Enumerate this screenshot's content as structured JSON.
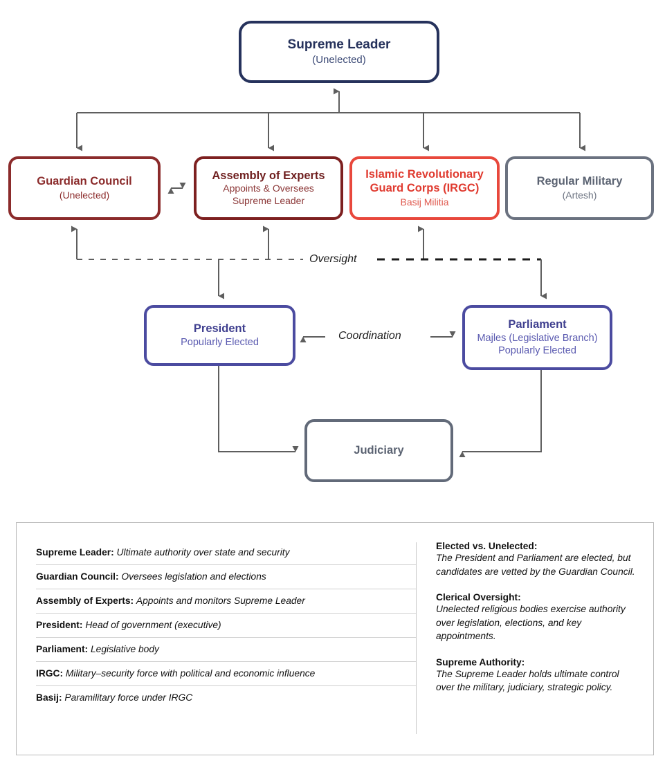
{
  "diagram": {
    "nodes": {
      "supreme_leader": {
        "title": "Supreme Leader",
        "subtitle": "(Unelected)",
        "color": "#26325c"
      },
      "guardian_council": {
        "title": "Guardian Council",
        "subtitle": "(Unelected)",
        "color": "#8b2b2b"
      },
      "assembly_of_experts": {
        "title": "Assembly of Experts",
        "subtitle": "Appoints & Oversees\nSupreme Leader",
        "color": "#7d2020"
      },
      "irgc": {
        "title": "Islamic Revolutionary\nGuard Corps (IRGC)",
        "subtitle": "Basij Militia",
        "color": "#e8483c"
      },
      "regular_military": {
        "title": "Regular Military",
        "subtitle": "(Artesh)",
        "color": "#6b7280"
      },
      "president": {
        "title": "President",
        "subtitle": "Popularly Elected",
        "color": "#4b4ba0"
      },
      "parliament": {
        "title": "Parliament",
        "subtitle": "Majles (Legislative Branch)\nPopularly Elected",
        "color": "#4b4ba0"
      },
      "judiciary": {
        "title": "Judiciary",
        "subtitle": "",
        "color": "#626a79"
      }
    },
    "edge_labels": {
      "oversight": "Oversight",
      "coordination": "Coordination"
    },
    "connector_color": "#5e5e5e"
  },
  "legend": {
    "glossary": [
      {
        "term": "Supreme Leader:",
        "definition": "Ultimate authority over state and security"
      },
      {
        "term": "Guardian Council:",
        "definition": "Oversees legislation and elections"
      },
      {
        "term": "Assembly of Experts:",
        "definition": "Appoints and monitors Supreme Leader"
      },
      {
        "term": "President:",
        "definition": "Head of government (executive)"
      },
      {
        "term": "Parliament:",
        "definition": "Legislative body"
      },
      {
        "term": "IRGC:",
        "definition": "Military–security force with political and economic influence"
      },
      {
        "term": "Basij:",
        "definition": "Paramilitary force under IRGC"
      }
    ],
    "notes": [
      {
        "title": "Elected vs. Unelected:",
        "body": "The President and Parliament are elected, but candidates are vetted by the Guardian Council."
      },
      {
        "title": "Clerical Oversight:",
        "body": "Unelected religious bodies exercise authority over legislation, elections, and key appointments."
      },
      {
        "title": "Supreme Authority:",
        "body": "The Supreme Leader holds ultimate control over the military, judiciary, strategic policy."
      }
    ]
  }
}
